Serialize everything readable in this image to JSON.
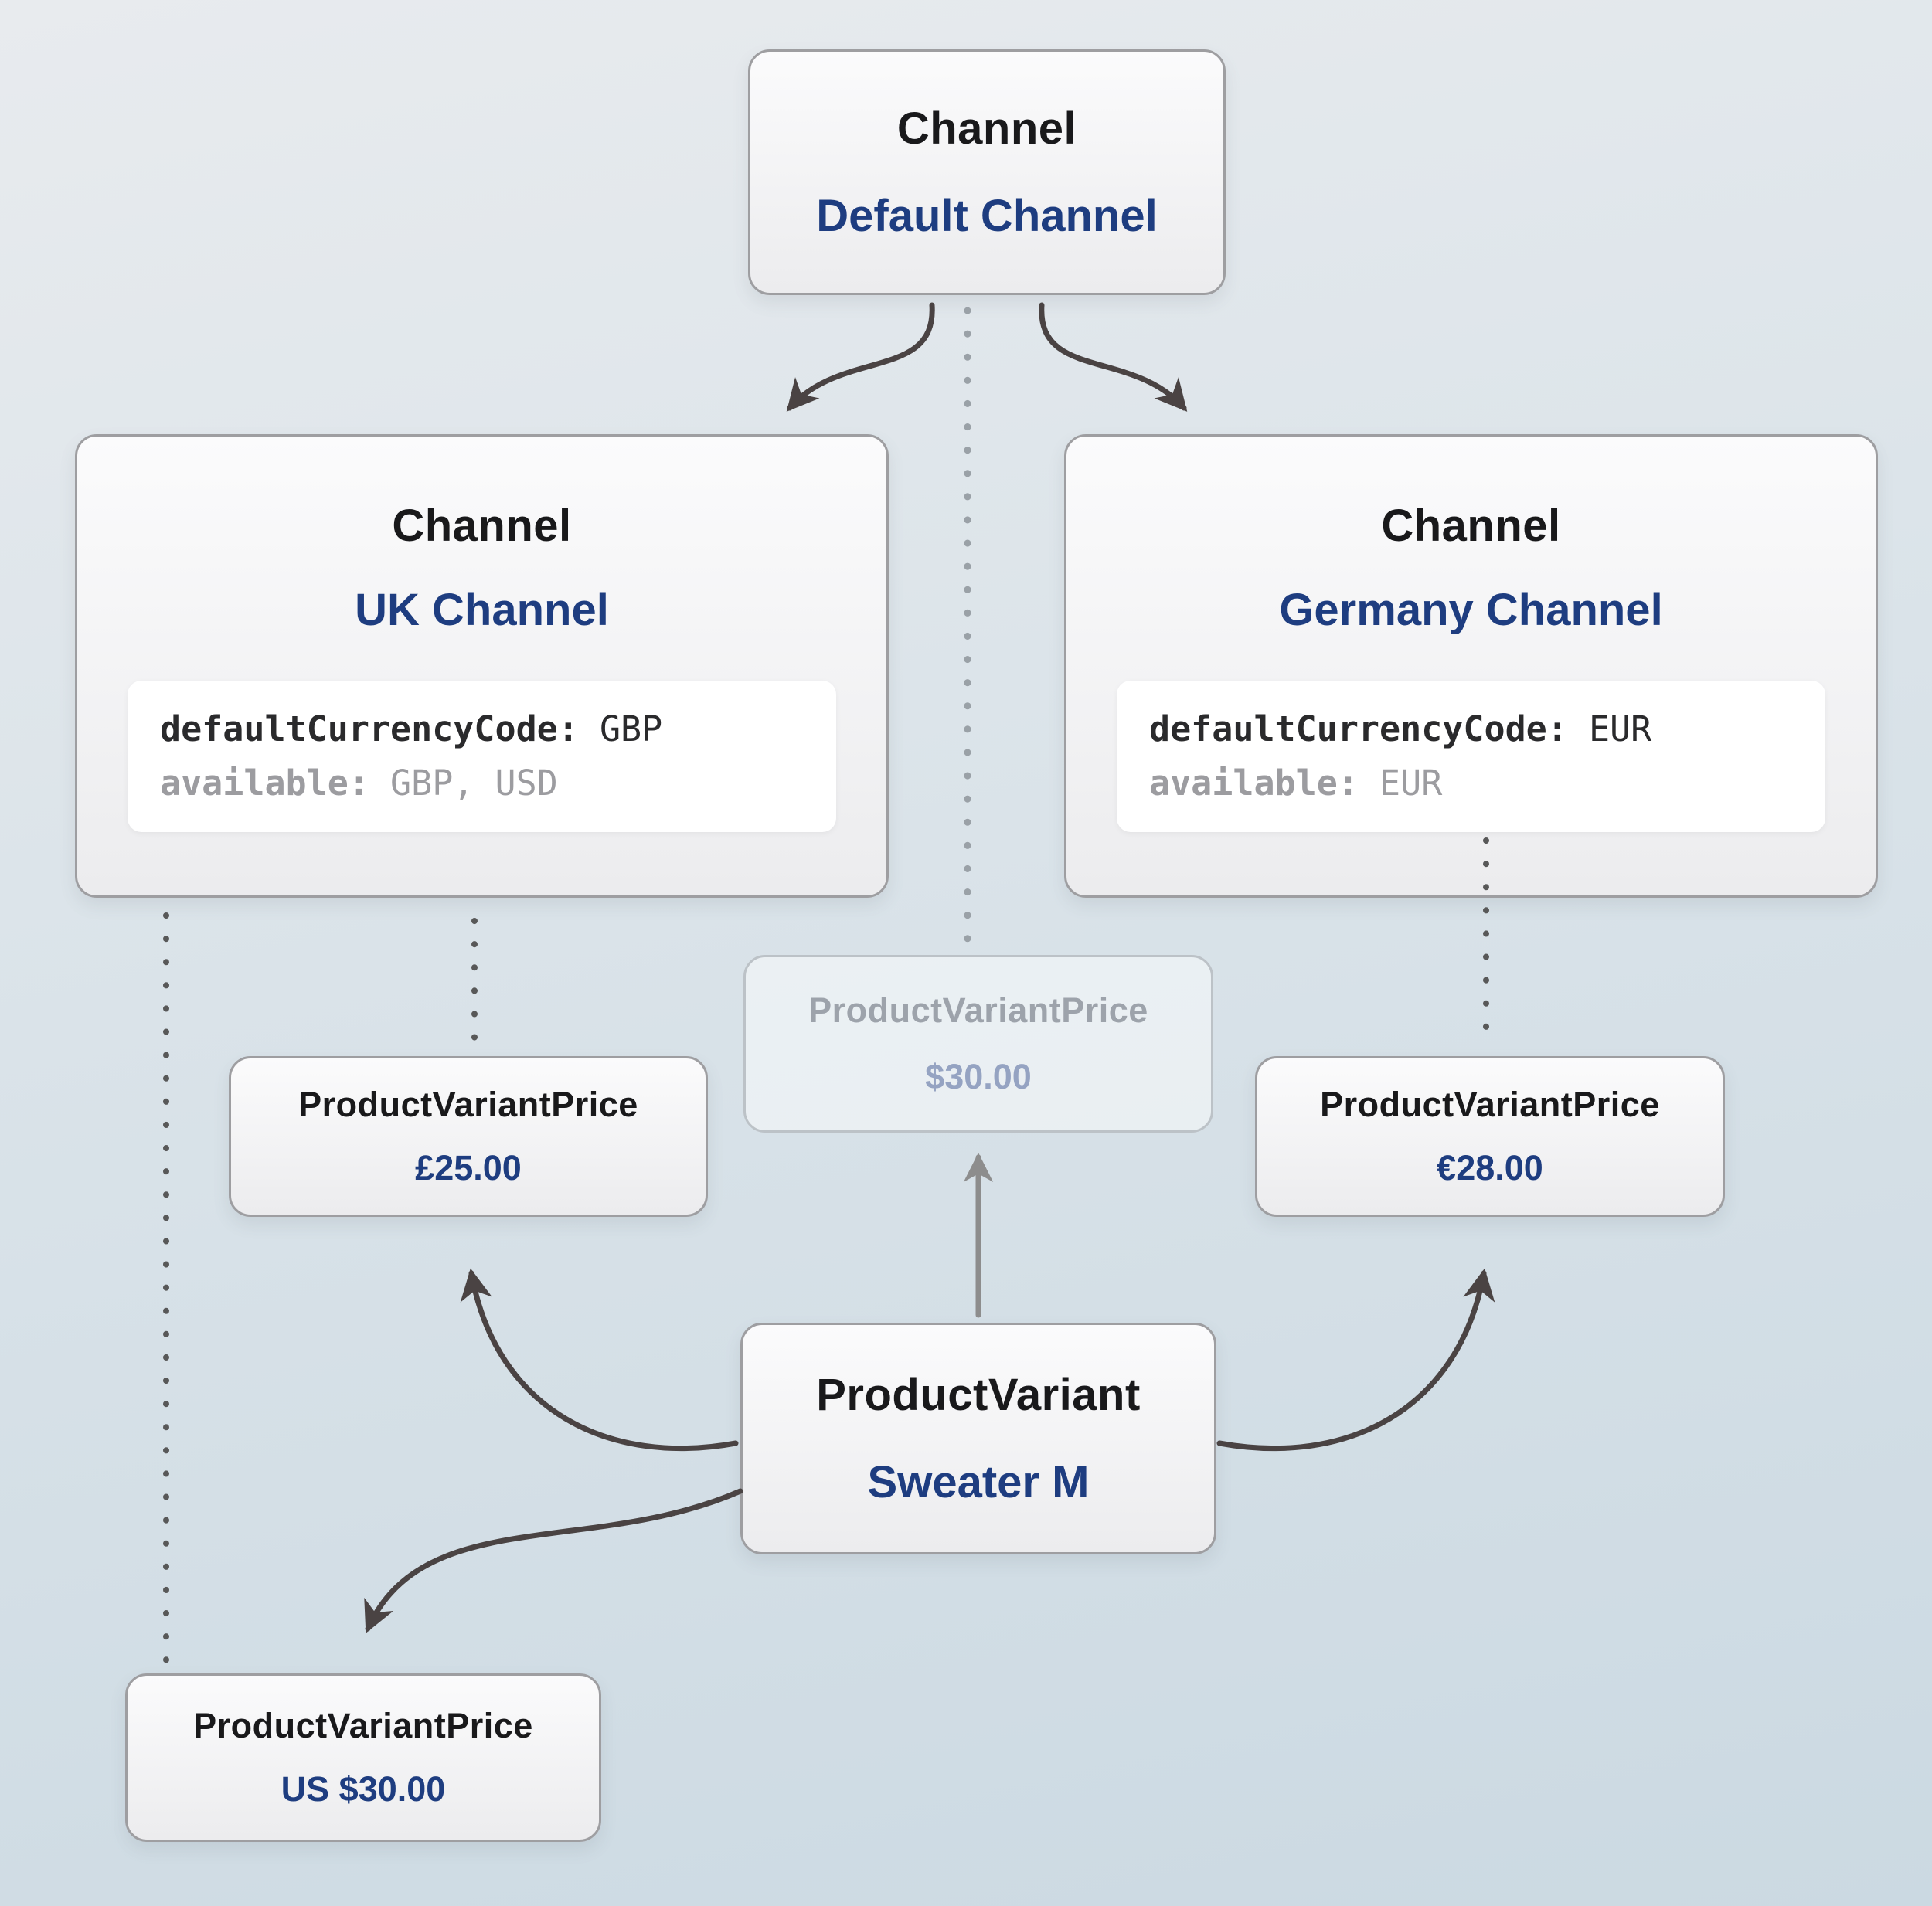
{
  "nodes": {
    "defaultChannel": {
      "type": "Channel",
      "name": "Default Channel"
    },
    "ukChannel": {
      "type": "Channel",
      "name": "UK Channel",
      "code": {
        "line1_key": "defaultCurrencyCode:",
        "line1_value": " GBP",
        "line2_key": "available:",
        "line2_value": " GBP, USD"
      }
    },
    "germanyChannel": {
      "type": "Channel",
      "name": "Germany Channel",
      "code": {
        "line1_key": "defaultCurrencyCode:",
        "line1_value": " EUR",
        "line2_key": "available:",
        "line2_value": " EUR"
      }
    },
    "defaultPrice": {
      "type": "ProductVariantPrice",
      "value": "$30.00"
    },
    "ukPrice": {
      "type": "ProductVariantPrice",
      "value": "£25.00"
    },
    "germanyPrice": {
      "type": "ProductVariantPrice",
      "value": "€28.00"
    },
    "usdPrice": {
      "type": "ProductVariantPrice",
      "value": "US $30.00"
    },
    "productVariant": {
      "type": "ProductVariant",
      "name": "Sweater M"
    }
  },
  "colors": {
    "accent_blue": "#1e3d80",
    "title_dark": "#19191b",
    "arrow_dark": "#4a4343",
    "arrow_gray": "#8d8d8d",
    "dotted_dark": "#585858",
    "dotted_gray": "#9aa1a7"
  }
}
